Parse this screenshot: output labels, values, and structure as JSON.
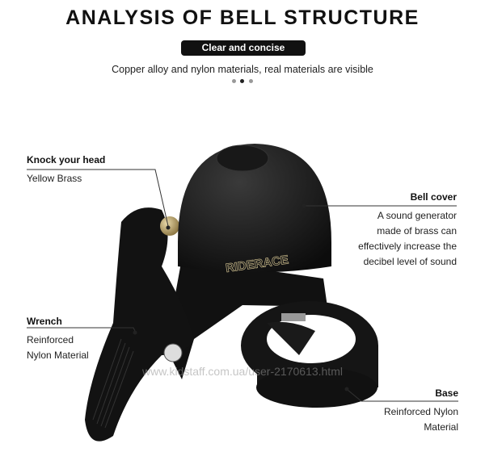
{
  "header": {
    "title": "ANALYSIS OF BELL STRUCTURE",
    "badge": "Clear and concise",
    "subtitle": "Copper alloy and nylon materials, real materials are visible"
  },
  "carousel": {
    "count": 3,
    "active": 1
  },
  "product": {
    "brand_logo": "RIDERACE"
  },
  "callouts": {
    "knock": {
      "title": "Knock your head",
      "desc": "Yellow Brass"
    },
    "bell_cover": {
      "title": "Bell cover",
      "lines": [
        "A sound generator",
        "made of brass can",
        "effectively increase the",
        "decibel level of sound"
      ]
    },
    "wrench": {
      "title": "Wrench",
      "lines": [
        "Reinforced",
        "Nylon Material"
      ]
    },
    "base": {
      "title": "Base",
      "lines": [
        "Reinforced Nylon",
        "Material"
      ]
    }
  },
  "watermark": "www.kidstaff.com.ua/user-2170613.html",
  "colors": {
    "accent": "#111111",
    "brass": "#b8a06a"
  }
}
